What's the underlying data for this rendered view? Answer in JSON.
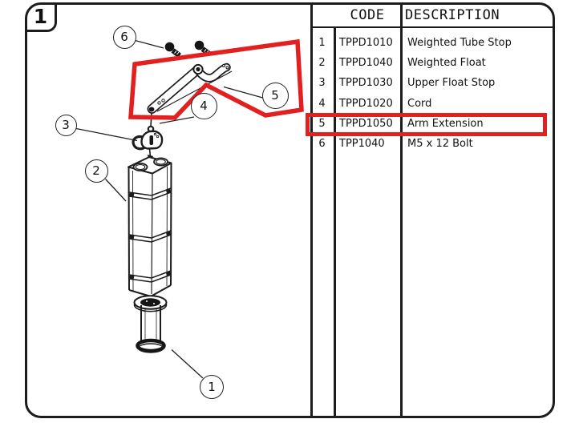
{
  "figure": {
    "label": "1"
  },
  "colors": {
    "highlight_red": "#e22020",
    "line_black": "#1c1c1c"
  },
  "table": {
    "headers": {
      "code": "CODE",
      "description": "DESCRIPTION"
    },
    "rows": [
      {
        "num": "1",
        "code": "TPPD1010",
        "desc": "Weighted Tube Stop"
      },
      {
        "num": "2",
        "code": "TPPD1040",
        "desc": "Weighted Float"
      },
      {
        "num": "3",
        "code": "TPPD1030",
        "desc": "Upper Float Stop"
      },
      {
        "num": "4",
        "code": "TPPD1020",
        "desc": "Cord"
      },
      {
        "num": "5",
        "code": "TPPD1050",
        "desc": "Arm Extension"
      },
      {
        "num": "6",
        "code": "TPP1040",
        "desc": "M5 x 12 Bolt"
      }
    ],
    "highlighted_row": "5"
  },
  "diagram": {
    "callouts": {
      "c1": "1",
      "c2": "2",
      "c3": "3",
      "c4": "4",
      "c5": "5",
      "c6": "6"
    }
  }
}
